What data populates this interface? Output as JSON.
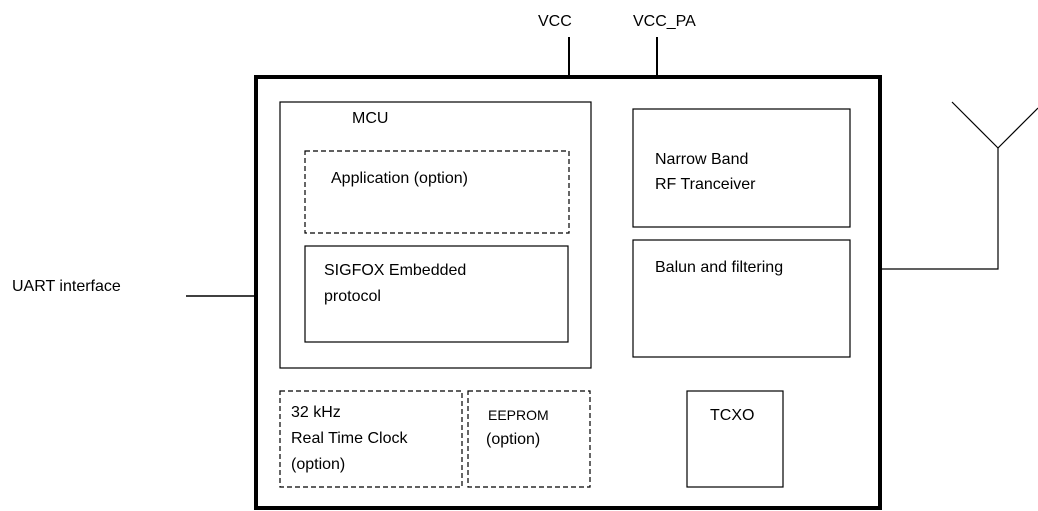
{
  "power": {
    "vcc": "VCC",
    "vcc_pa": "VCC_PA"
  },
  "interface": {
    "uart": "UART interface"
  },
  "mcu": {
    "title": "MCU",
    "application": "Application (option)",
    "sigfox_line1": "SIGFOX Embedded",
    "sigfox_line2": "protocol"
  },
  "rf": {
    "transceiver_line1": "Narrow Band",
    "transceiver_line2": "RF Tranceiver",
    "balun": "Balun and filtering"
  },
  "rtc": {
    "line1": "32 kHz",
    "line2": "Real Time Clock",
    "line3": "(option)"
  },
  "eeprom": {
    "line1": "EEPROM",
    "line2": "(option)"
  },
  "tcxo": {
    "label": "TCXO"
  }
}
